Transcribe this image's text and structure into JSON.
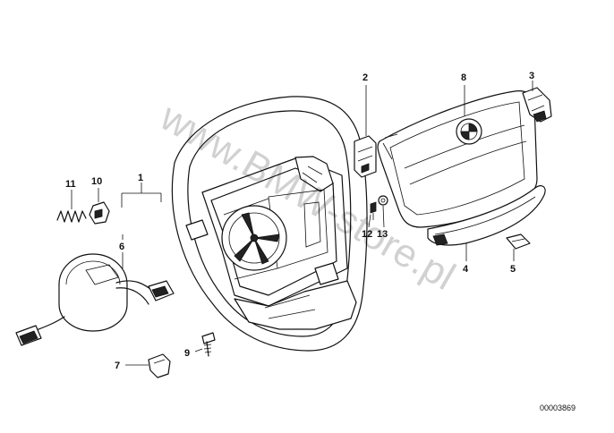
{
  "watermark": "www.BMW-store.pl",
  "diagram_id": "00003869",
  "part_labels": {
    "p1": "1",
    "p2": "2",
    "p3": "3",
    "p4": "4",
    "p5": "5",
    "p6": "6",
    "p7": "7",
    "p8": "8",
    "p9": "9",
    "p10": "10",
    "p11": "11",
    "p12": "12",
    "p13": "13"
  }
}
